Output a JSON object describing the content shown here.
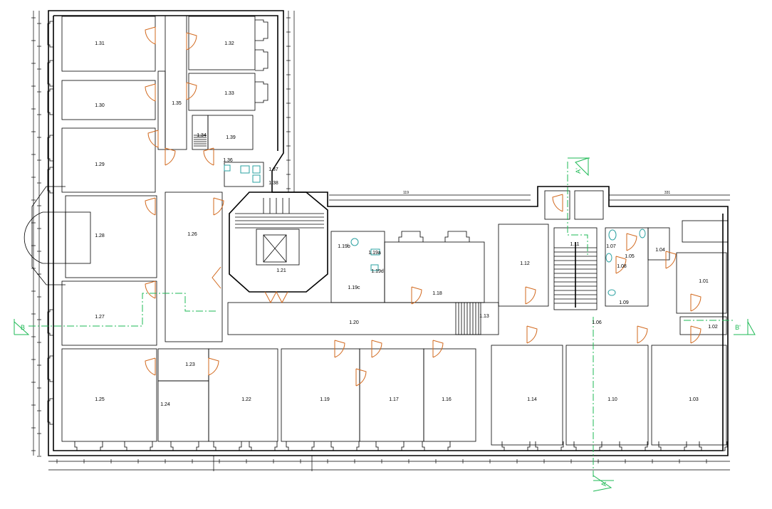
{
  "drawing": {
    "type": "floor plan",
    "colors": {
      "walls": "#000000",
      "doors": "#d2691e",
      "fixtures": "#2aa0a0",
      "section_lines": "#1db954"
    }
  },
  "rooms": {
    "r131": "1.31",
    "r132": "1.32",
    "r133": "1.33",
    "r130": "1.30",
    "r135": "1.35",
    "r134": "1.34",
    "r139": "1.39",
    "r136": "1.36",
    "r137": "1.37",
    "r138": "1.38",
    "r129": "1.29",
    "r128": "1.28",
    "r126": "1.26",
    "r127": "1.27",
    "r125": "1.25",
    "r124": "1.24",
    "r123": "1.23",
    "r122": "1.22",
    "r119": "1.19",
    "r117": "1.17",
    "r116": "1.16",
    "r121": "1.21",
    "r120": "1.20",
    "r118": "1.18",
    "r119b": "1.19b",
    "r119c": "1.19c",
    "r119d": "1.19d",
    "r119a": "1.19a",
    "r113": "1.13",
    "r112": "1.12",
    "r111": "1.11",
    "r114": "1.14",
    "r110": "1.10",
    "r103": "1.03",
    "r101": "1.01",
    "r102": "1.02",
    "r104": "1.04",
    "r105": "1.05",
    "r106": "1.06",
    "r107": "1.07",
    "r108": "1.08",
    "r109": "1.09"
  },
  "dimensions": {
    "top_left": "119",
    "top_right": "331"
  },
  "sections": {
    "a": "A",
    "a_prime": "A'",
    "b": "B",
    "b_prime": "B'"
  }
}
